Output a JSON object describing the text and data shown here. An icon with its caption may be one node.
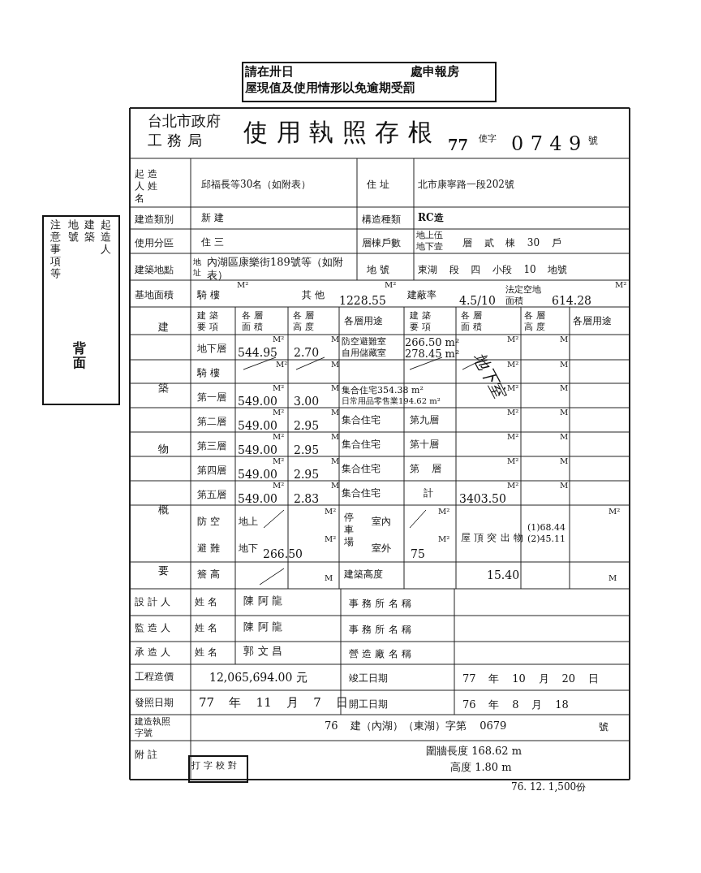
{
  "diagram": {
    "labels": [
      "請在卅日",
      "處申報房",
      "屋現值及使用情形以免逾期受罰",
      "台北市政府",
      "工務局",
      "使用執照存根",
      "77",
      "使字",
      "0749",
      "號",
      "起造人姓名",
      "邱福長等30名（如附表）",
      "住址",
      "北市康寧路一段202號",
      "建造類別",
      "新建",
      "構造種類",
      "RC造",
      "使用分區",
      "住三",
      "層棟戶數",
      "地上伍地下壹",
      "層 貳 棟 30 戶",
      "建築地點",
      "地址",
      "內湖區康樂街189號等（如附表）",
      "地號",
      "東湖 段 四 小段 10 地號",
      "基地面積",
      "騎樓",
      "M²",
      "其他",
      "M²",
      "1228.55",
      "建蔽率",
      "4.5/10",
      "法定空地面積",
      "614.28",
      "M²",
      "建",
      "築",
      "物",
      "概",
      "要",
      "建築要項",
      "各層面積",
      "各層高度",
      "各層用途",
      "建築要項",
      "各層面積",
      "各層高度",
      "各層用途",
      "地下層",
      "M²",
      "544.95",
      "M",
      "2.70",
      "防空避難室",
      "266.50 m²",
      "自用儲藏室",
      "278.45 m²",
      "M²",
      "M",
      "騎樓",
      "M²",
      "M",
      "M²",
      "M",
      "第一層",
      "M²",
      "549.00",
      "M",
      "3.00",
      "集合住宅354.38 m²",
      "日常用品零售業194.62 m²",
      "M²",
      "M",
      "第二層",
      "M²",
      "549.00",
      "M",
      "2.95",
      "集合住宅",
      "第九層",
      "M²",
      "M",
      "第三層",
      "M²",
      "549.00",
      "M",
      "2.95",
      "集合住宅",
      "第十層",
      "M²",
      "M",
      "第四層",
      "M²",
      "549.00",
      "M",
      "2.95",
      "集合住宅",
      "第 層",
      "M²",
      "M",
      "第五層",
      "M²",
      "549.00",
      "M",
      "2.83",
      "集合住宅",
      "計",
      "3403.50",
      "M²",
      "M",
      "防空",
      "地上",
      "M²",
      "停車場",
      "室內",
      "M²",
      "屋頂突出物",
      "(1)68.44 (2)45.11",
      "M²",
      "避難",
      "地下",
      "266.50",
      "M²",
      "室外",
      "75",
      "M²",
      "簷高",
      "M",
      "建築高度",
      "15.40",
      "M",
      "設計人",
      "姓名",
      "陳阿龍",
      "事務所名稱",
      "監造人",
      "姓名",
      "陳阿龍",
      "事務所名稱",
      "承造人",
      "姓名",
      "郭文昌",
      "營造廠名稱",
      "工程造價",
      "12,065,694.00 元",
      "竣工日期",
      "77 年 10 月 20 日",
      "發照日期",
      "77 年 11 月 7 日",
      "開工日期",
      "76 年 8 月 18",
      "建造執照字號",
      "76 建（內湖）（東湖）字第 0679",
      "號",
      "附註",
      "圍牆長度 168.62 m",
      "高度 1.80 m",
      "76. 12. 1,500份",
      "注意事項等",
      "地號",
      "建築",
      "起造人",
      "背面",
      "打字校對",
      "地下室"
    ]
  }
}
